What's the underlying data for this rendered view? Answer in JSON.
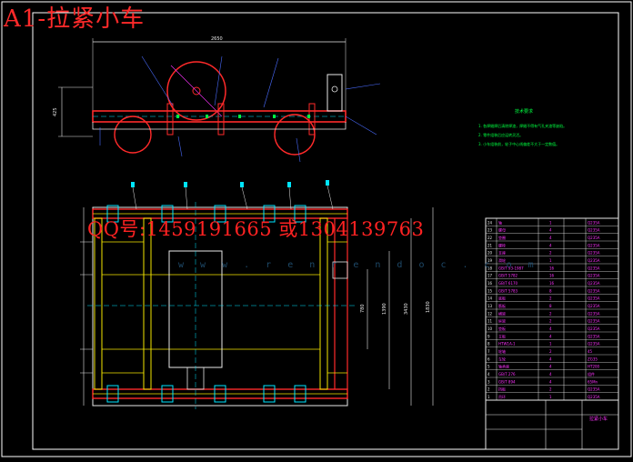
{
  "overlay": {
    "title": "A1-拉紧小车",
    "contact": "QQ号:1459191665 或1304139763",
    "watermark": "w w w . r e n r e n d o c . c o m"
  },
  "colors": {
    "background": "#000000",
    "frame": "#ffffff",
    "outline": "#e8e8e8",
    "steel": "#ff2a2a",
    "yellow": "#f5e600",
    "cyan": "#00e5ff",
    "green": "#00ff40",
    "magenta": "#ff33ff",
    "blue": "#4a6cff"
  },
  "drawing": {
    "dim_overall_length": "2650",
    "dim_height": "425",
    "dim_plan_length_1": "780",
    "dim_plan_length_2": "1390",
    "dim_plan_length_3": "3430",
    "dim_plan_height": "1830",
    "notes_title": "技术要求",
    "notes": [
      "1. 各焊缝焊后清除焊渣，焊缝不得有气孔夹渣等缺陷。",
      "2. 零件组装后应运转灵活。",
      "3. 小车组装前，轮子中心线偏差不大于一定数值。"
    ]
  },
  "parts_table": {
    "rows": [
      [
        "24",
        "轴",
        "1",
        "Q235A"
      ],
      [
        "23",
        "螺母",
        "4",
        "Q235A"
      ],
      [
        "22",
        "垫圈",
        "4",
        "Q235A"
      ],
      [
        "21",
        "螺栓",
        "4",
        "Q235A"
      ],
      [
        "20",
        "支座",
        "2",
        "Q235A"
      ],
      [
        "19",
        "滑轮",
        "1",
        "Q235A"
      ],
      [
        "18",
        "GB/T 93-1987",
        "16",
        "Q235A"
      ],
      [
        "17",
        "GB/T 5782",
        "16",
        "Q235A"
      ],
      [
        "16",
        "GB/T 6170",
        "16",
        "Q235A"
      ],
      [
        "15",
        "GB/T 5783",
        "8",
        "Q235A"
      ],
      [
        "14",
        "底板",
        "2",
        "Q235A"
      ],
      [
        "13",
        "筋板",
        "8",
        "Q235A"
      ],
      [
        "12",
        "横梁",
        "2",
        "Q235A"
      ],
      [
        "11",
        "纵梁",
        "2",
        "Q235A"
      ],
      [
        "10",
        "垫板",
        "4",
        "Q235A"
      ],
      [
        "9",
        "立板",
        "4",
        "Q235A"
      ],
      [
        "8",
        "HTW1A-1",
        "1",
        "Q235A"
      ],
      [
        "7",
        "轮轴",
        "2",
        "45"
      ],
      [
        "6",
        "车轮",
        "4",
        "ZG35"
      ],
      [
        "5",
        "轴承座",
        "4",
        "HT200"
      ],
      [
        "4",
        "GB/T 276",
        "4",
        "组件"
      ],
      [
        "3",
        "GB/T 894",
        "4",
        "65Mn"
      ],
      [
        "2",
        "挡板",
        "2",
        "Q235A"
      ],
      [
        "1",
        "吊环",
        "1",
        "Q235A"
      ]
    ],
    "title_cell": "拉紧小车"
  }
}
